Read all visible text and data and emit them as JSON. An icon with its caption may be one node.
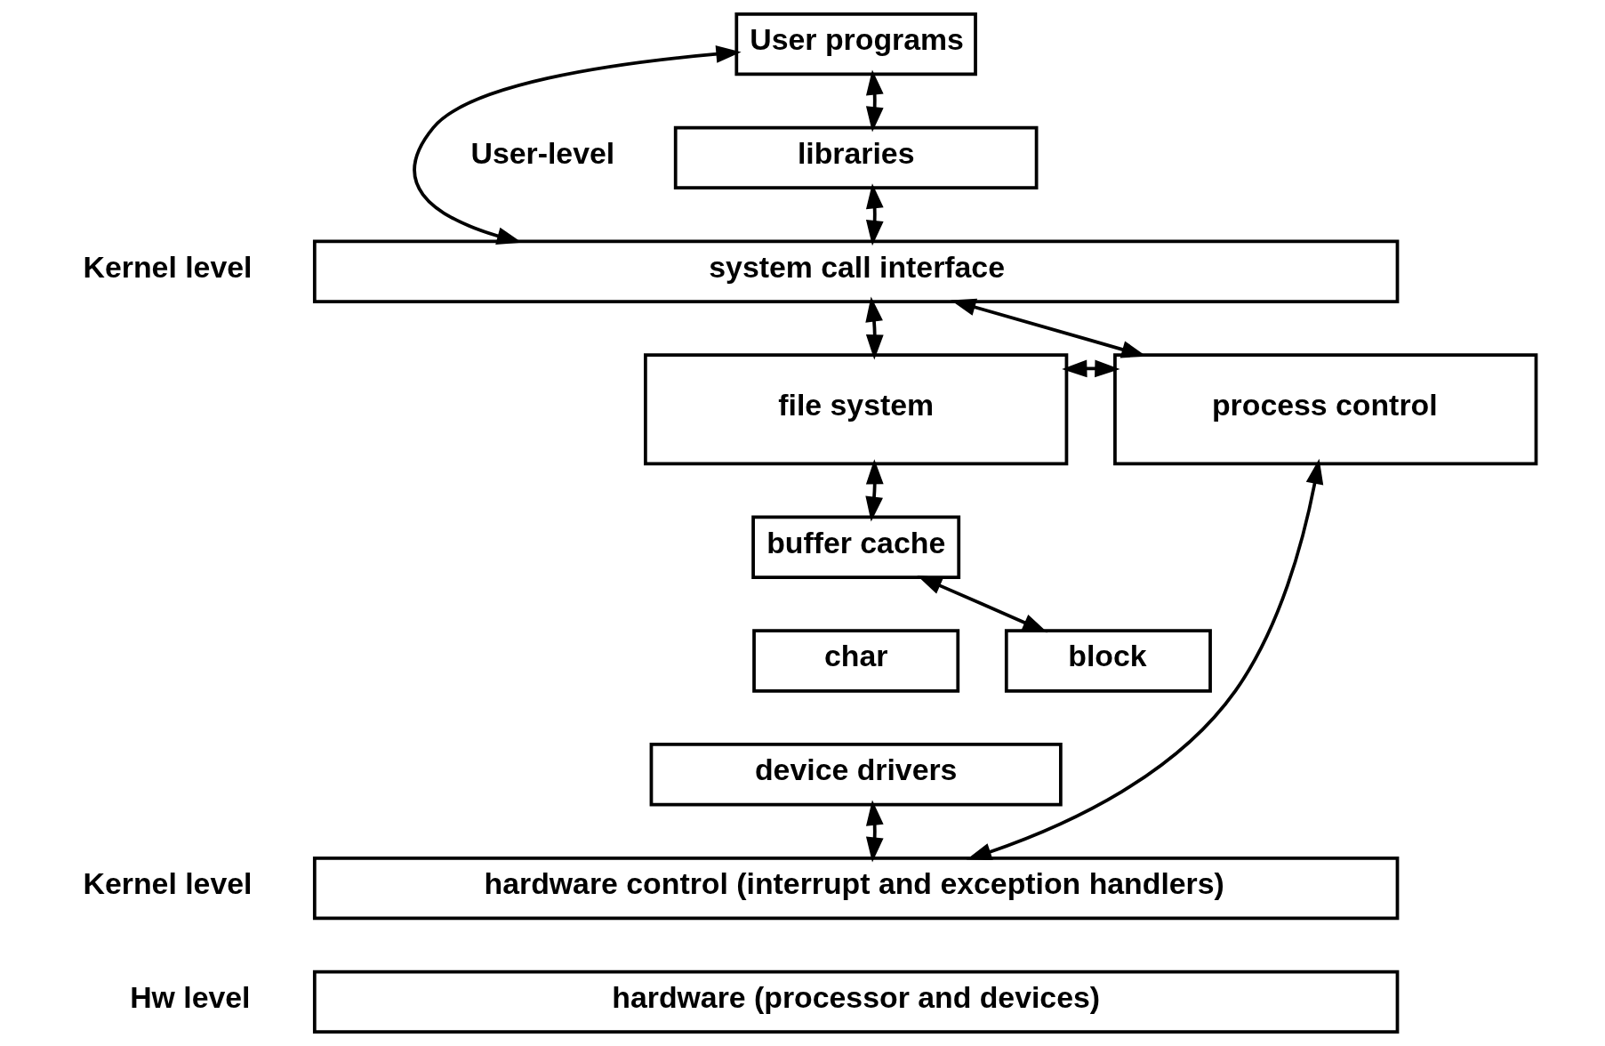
{
  "diagram": {
    "nodes": [
      {
        "text": [
          "User programs"
        ]
      },
      {
        "text": [
          "libraries"
        ]
      },
      {
        "text": [
          "system call interface"
        ]
      },
      {
        "text": [
          "file system"
        ]
      },
      {
        "text": [
          "process control"
        ]
      },
      {
        "text": [
          "buffer cache"
        ]
      },
      {
        "text": [
          "char"
        ]
      },
      {
        "text": [
          "block"
        ]
      },
      {
        "text": [
          "device drivers"
        ]
      },
      {
        "text": [
          "hardware control (interrupt and exception handlers)"
        ]
      },
      {
        "text": [
          "hardware (processor and devices)"
        ]
      }
    ],
    "edges": [
      {
        "from": 0,
        "to": 2,
        "arrow": "both"
      },
      {
        "from": 0,
        "to": 1,
        "arrow": "both"
      },
      {
        "from": 1,
        "to": 2,
        "arrow": "both"
      },
      {
        "from": 2,
        "to": 3,
        "arrow": "both"
      },
      {
        "from": 2,
        "to": 4,
        "arrow": "both"
      },
      {
        "from": 3,
        "to": 4,
        "arrow": "both"
      },
      {
        "from": 3,
        "to": 5,
        "arrow": "both"
      },
      {
        "from": 5,
        "to": 7,
        "arrow": "both"
      },
      {
        "from": 8,
        "to": 9,
        "arrow": "both"
      },
      {
        "from": 4,
        "to": 9,
        "arrow": "both"
      }
    ],
    "labels": [
      "User-level",
      "Kernel level",
      "Kernel level",
      "Hw level"
    ]
  }
}
